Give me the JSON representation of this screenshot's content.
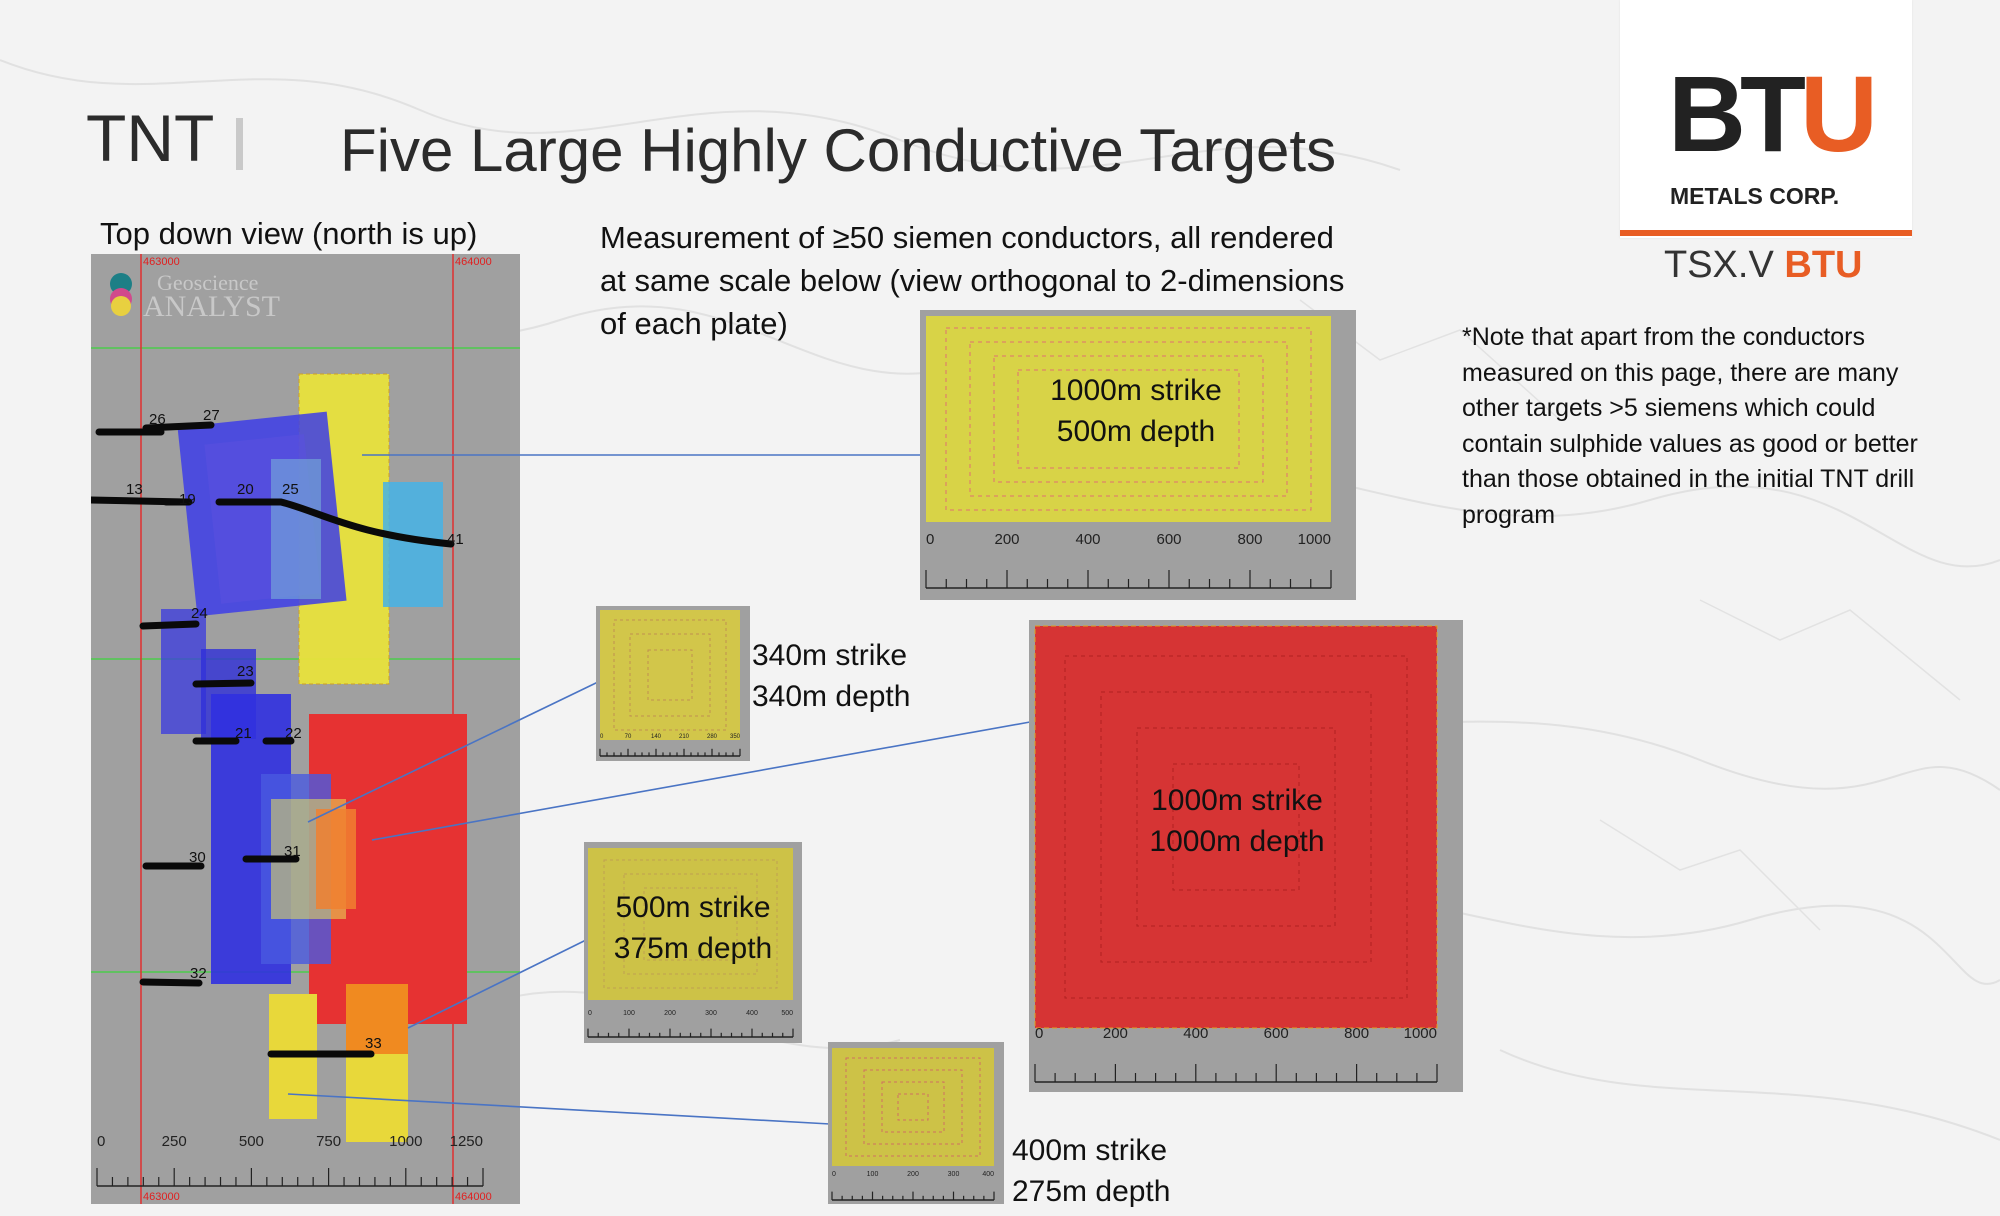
{
  "title": {
    "prefix": "TNT",
    "main": "Five Large Highly Conductive Targets"
  },
  "top_view": {
    "heading": "Top down view (north is up)",
    "watermark_top": "Geoscience",
    "watermark_bottom": "ANALYST",
    "coord_left": "463000",
    "coord_right": "464000",
    "axis_ticks": [
      "0",
      "250",
      "500",
      "750",
      "1000",
      "1250"
    ],
    "hole_ids": [
      "26",
      "27",
      "13",
      "19",
      "20",
      "25",
      "24",
      "23",
      "21",
      "22",
      "30",
      "31",
      "32",
      "33",
      "41"
    ]
  },
  "measurement_text": {
    "line1": "Measurement of ≥50 siemen conductors, all rendered",
    "line2": "at same scale below (view orthogonal to 2-dimensions",
    "line3": "of each plate)"
  },
  "plates": [
    {
      "strike": "1000m strike",
      "depth": "500m depth",
      "color": "#d8d347",
      "ticks": [
        "0",
        "200",
        "400",
        "600",
        "800",
        "1000"
      ]
    },
    {
      "strike": "340m strike",
      "depth": "340m depth",
      "color": "#d2c64a",
      "ticks": [
        "0",
        "70",
        "140",
        "210",
        "280",
        "350"
      ]
    },
    {
      "strike": "1000m strike",
      "depth": "1000m depth",
      "color": "#d63434",
      "ticks": [
        "0",
        "200",
        "400",
        "600",
        "800",
        "1000"
      ]
    },
    {
      "strike": "500m strike",
      "depth": "375m depth",
      "color": "#cdc247",
      "ticks": [
        "0",
        "100",
        "200",
        "300",
        "400",
        "500"
      ]
    },
    {
      "strike": "400m strike",
      "depth": "275m depth",
      "color": "#cdc247",
      "ticks": [
        "0",
        "100",
        "200",
        "300",
        "400"
      ]
    }
  ],
  "note": {
    "lines": [
      "*Note that apart from the conductors",
      "measured on this page, there are many",
      "other targets >5 siemens which could",
      "contain sulphide values as good or better",
      "than those obtained in the initial TNT drill",
      "program"
    ]
  },
  "logo": {
    "brand": "BTU",
    "sub": "METALS CORP.",
    "exchange": "TSX.V",
    "ticker": "BTU",
    "accent": "#e85d24"
  }
}
